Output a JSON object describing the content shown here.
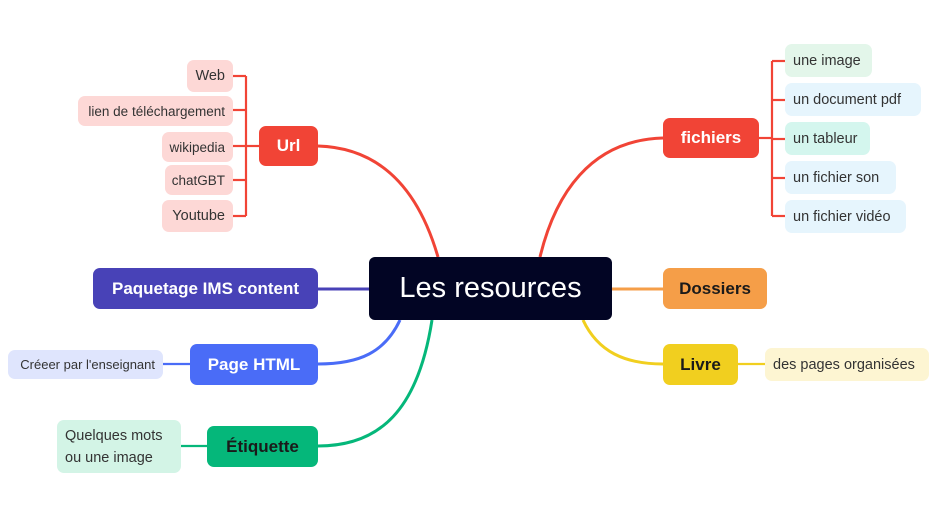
{
  "center": {
    "label": "Les resources"
  },
  "colors": {
    "url": "#f14436",
    "fichiers": "#f14436",
    "paquetage": "#4842b7",
    "dossiers": "#f59e48",
    "page_html": "#4a6cf7",
    "livre": "#f1cf1f",
    "etiquette": "#05b77a",
    "center": "#020524"
  },
  "branches": {
    "url": {
      "label": "Url",
      "leaves": [
        "Web",
        "lien de téléchargement",
        "wikipedia",
        "chatGBT",
        "Youtube"
      ]
    },
    "fichiers": {
      "label": "fichiers",
      "leaves": [
        "une image",
        "un document pdf",
        "un tableur",
        "un fichier son",
        "un fichier vidéo"
      ]
    },
    "paquetage": {
      "label": "Paquetage IMS content"
    },
    "dossiers": {
      "label": "Dossiers"
    },
    "page_html": {
      "label": "Page HTML",
      "leaves": [
        "Créeer par l'enseignant"
      ]
    },
    "livre": {
      "label": "Livre",
      "leaves": [
        "des pages organisées"
      ]
    },
    "etiquette": {
      "label": "Étiquette",
      "leaves": [
        "Quelques mots",
        "ou une image"
      ]
    }
  }
}
